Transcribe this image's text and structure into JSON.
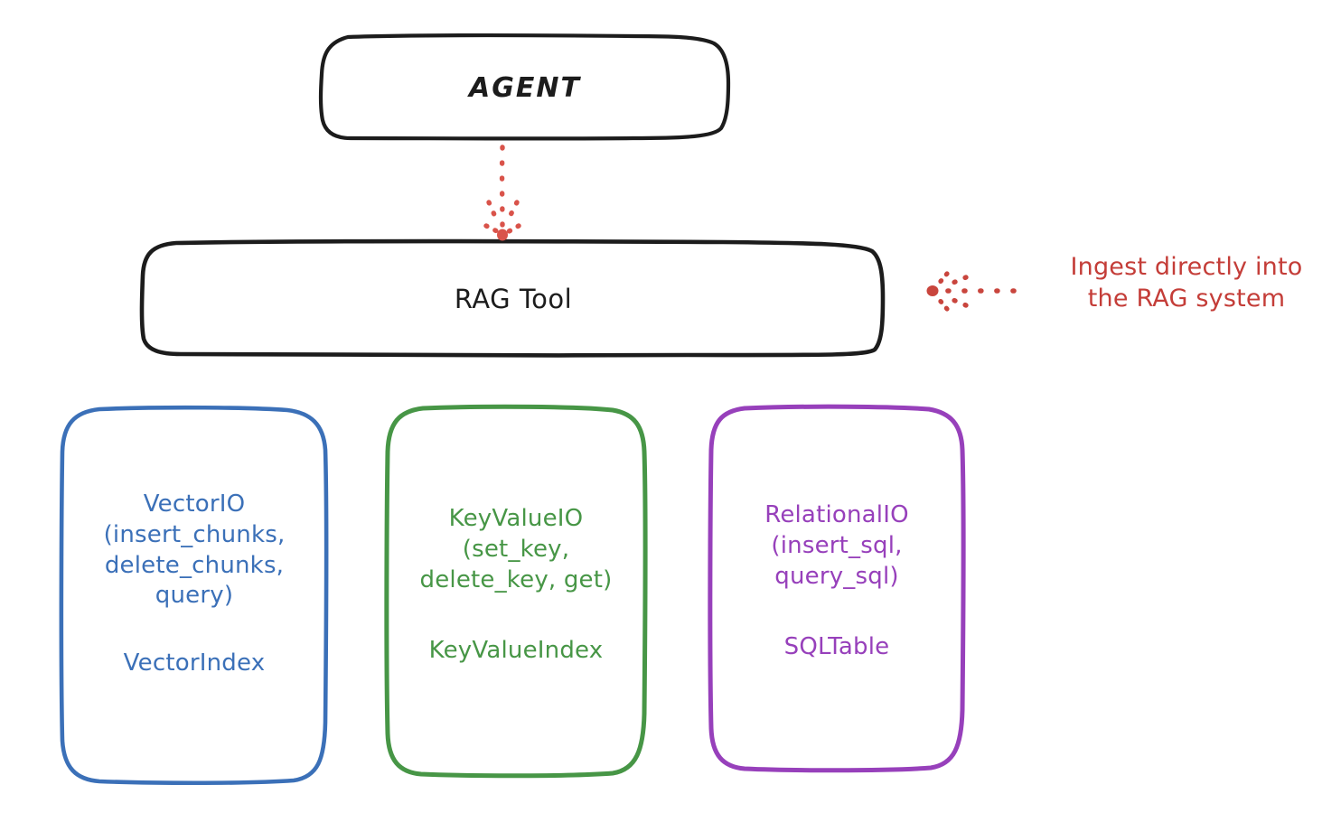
{
  "diagram": {
    "title": "RAG Tool architecture (hand-drawn style)",
    "background": "#ffffff",
    "colors": {
      "outline_black": "#1c1c1c",
      "vector_blue": "#3b70b8",
      "keyvalue_green": "#479646",
      "relational_purple": "#9740bb",
      "annotation_red": "#c43d38"
    },
    "nodes": {
      "agent": {
        "label": "AGENT",
        "stroke": "#1c1c1c"
      },
      "rag_tool": {
        "label": "RAG Tool",
        "stroke": "#1c1c1c"
      },
      "vector": {
        "primary": "VectorIO\n(insert_chunks,\ndelete_chunks,\nquery)",
        "secondary": "VectorIndex",
        "stroke": "#3b70b8"
      },
      "keyvalue": {
        "primary": "KeyValueIO\n(set_key,\ndelete_key, get)",
        "secondary": "KeyValueIndex",
        "stroke": "#479646"
      },
      "relational": {
        "primary": "RelationalIO\n(insert_sql,\nquery_sql)",
        "secondary": "SQLTable",
        "stroke": "#9740bb"
      }
    },
    "annotations": {
      "ingest_note": "Ingest directly into\nthe RAG system"
    },
    "connectors": [
      {
        "name": "agent-to-ragtool",
        "style": "dotted",
        "color": "#c43d38",
        "direction": "down",
        "from": "agent",
        "to": "rag_tool"
      },
      {
        "name": "ingest-note-to-ragtool",
        "style": "dotted",
        "color": "#c43d38",
        "direction": "left",
        "from": "ingest_note",
        "to": "rag_tool"
      }
    ]
  }
}
